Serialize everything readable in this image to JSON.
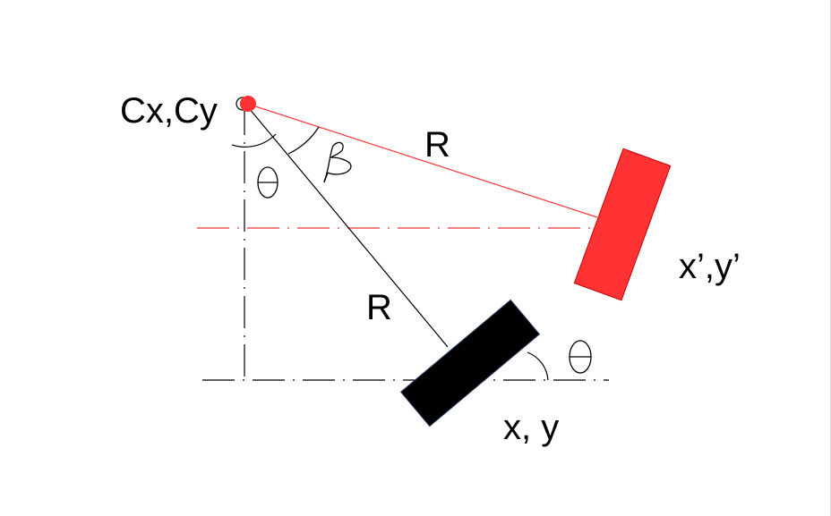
{
  "labels": {
    "center": "Cx,Cy",
    "radius_to_rotated": "R",
    "radius_to_original": "R",
    "original_point": "x, y",
    "rotated_point": "x’,y’"
  },
  "symbols": {
    "theta_at_center": "theta-symbol",
    "theta_at_original": "theta-symbol",
    "beta_at_center": "beta-symbol"
  },
  "colors": {
    "rotated": "#ff3333",
    "original": "#000000",
    "center_point": "#ff3333",
    "guide_line": "#000000",
    "rotated_guide_line": "#ff3333"
  }
}
